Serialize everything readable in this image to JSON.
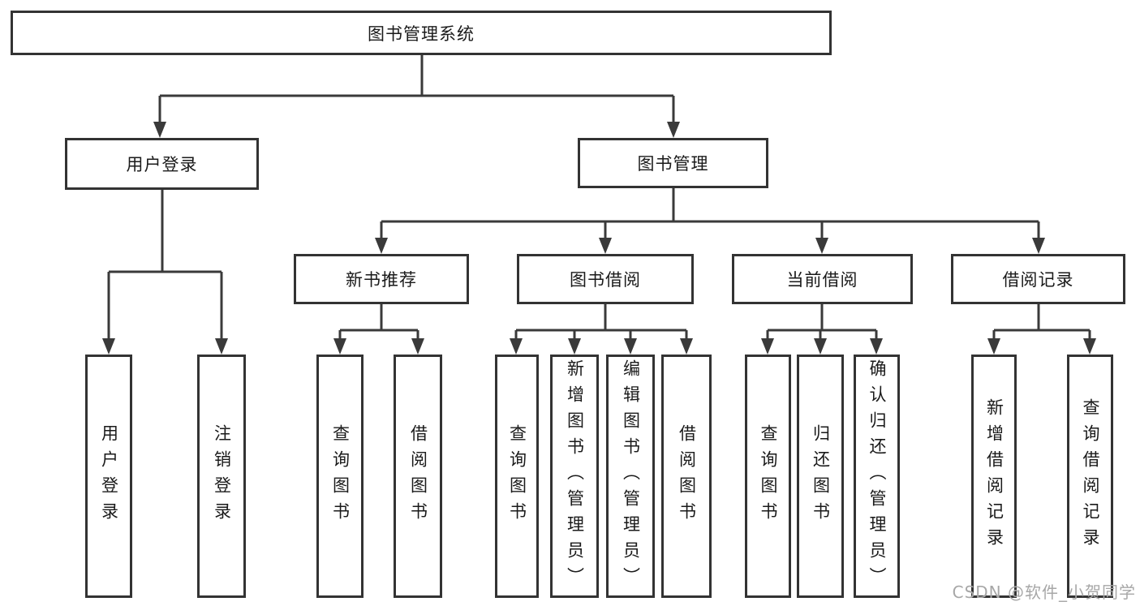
{
  "diagram": {
    "type": "hierarchy-tree",
    "title": "图书管理系统",
    "colors": {
      "line": "#3a3a3a",
      "border": "#333333",
      "text": "#1a1a1a",
      "background": "#ffffff",
      "watermark": "#a7a7a7"
    },
    "tree": {
      "label": "图书管理系统",
      "children": [
        {
          "label": "用户登录",
          "children": [
            {
              "label": "用户登录"
            },
            {
              "label": "注销登录"
            }
          ]
        },
        {
          "label": "图书管理",
          "children": [
            {
              "label": "新书推荐",
              "children": [
                {
                  "label": "查询图书"
                },
                {
                  "label": "借阅图书"
                }
              ]
            },
            {
              "label": "图书借阅",
              "children": [
                {
                  "label": "查询图书"
                },
                {
                  "label": "新增图书（管理员）"
                },
                {
                  "label": "编辑图书（管理员）"
                },
                {
                  "label": "借阅图书"
                }
              ]
            },
            {
              "label": "当前借阅",
              "children": [
                {
                  "label": "查询图书"
                },
                {
                  "label": "归还图书"
                },
                {
                  "label": "确认归还（管理员）"
                }
              ]
            },
            {
              "label": "借阅记录",
              "children": [
                {
                  "label": "新增借阅记录"
                },
                {
                  "label": "查询借阅记录"
                }
              ]
            }
          ]
        }
      ]
    },
    "watermark": {
      "text": "CSDN @软件_小贺同学"
    }
  }
}
